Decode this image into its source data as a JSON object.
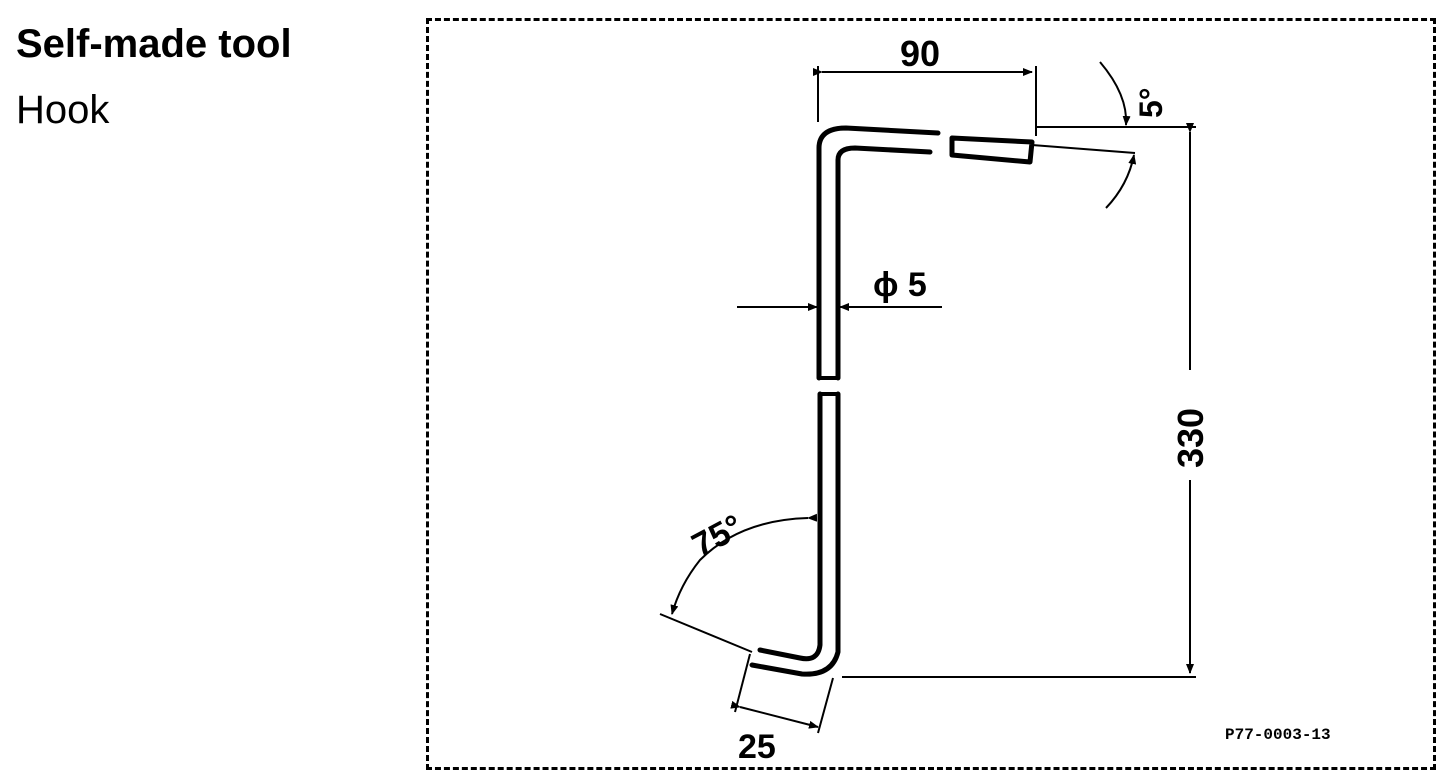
{
  "header": {
    "title": "Self-made tool",
    "subtitle": "Hook"
  },
  "drawing": {
    "dim_length": "90",
    "dim_top_angle": "5°",
    "dim_diameter": "ϕ 5",
    "dim_height": "330",
    "dim_bottom_angle": "75°",
    "dim_hook": "25",
    "drawing_code": "P77-0003-13"
  }
}
